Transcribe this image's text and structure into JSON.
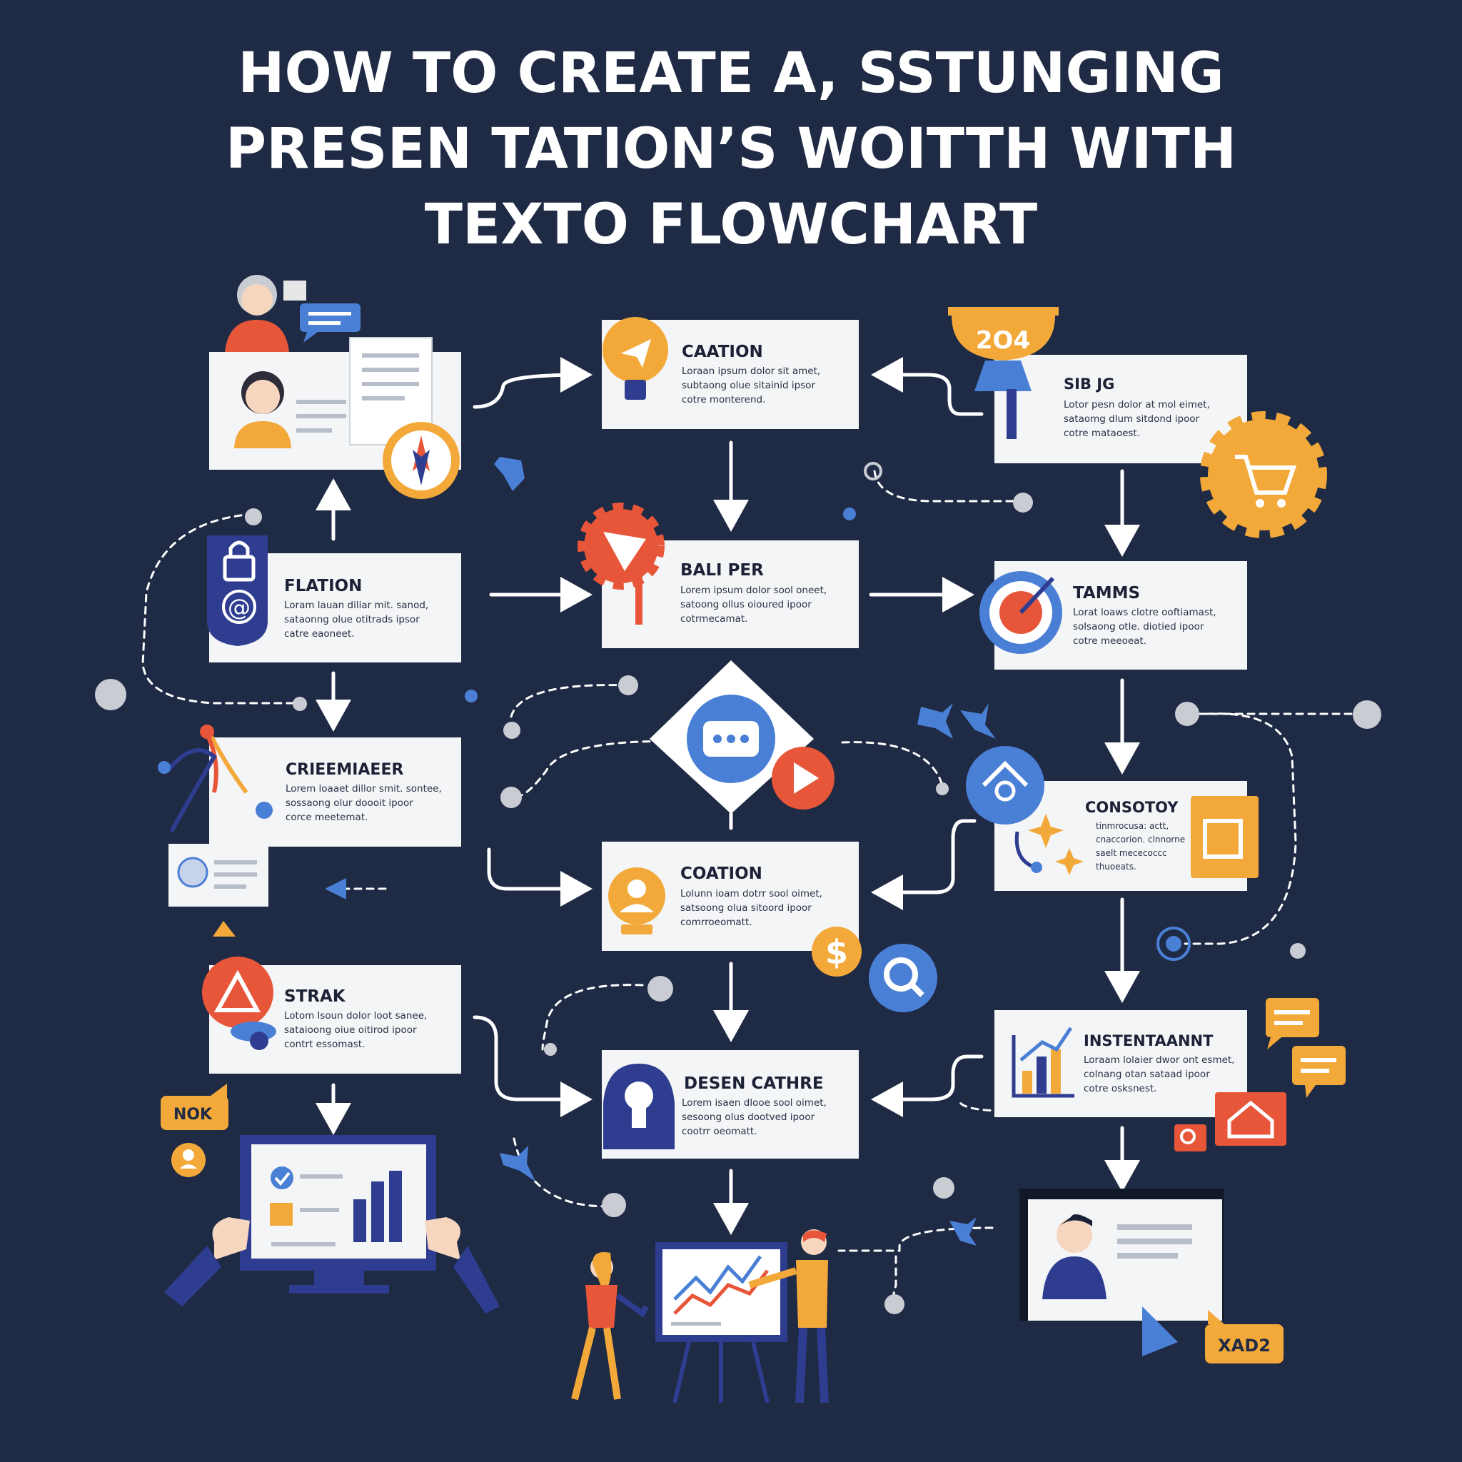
{
  "title": {
    "line1": "HOW TO CREATE A, SSTUNGING",
    "line2": "PRESEN TATION’S  WOITTH WITH",
    "line3": "TEXTO FLOWCHART"
  },
  "nodes": [
    {
      "id": "caation",
      "title": "CAATION",
      "body": "Loraan ipsum dolor sit amet,\nsubtaong olue sitainid ipsor\ncotre monterend."
    },
    {
      "id": "sibjg",
      "title": "SIB JG",
      "body": "Lotor pesn dolor at mol eimet,\nsataomg dlum sitdond ipoor\ncotre mataoest."
    },
    {
      "id": "flation",
      "title": "FLATION",
      "body": "Loram lauan diliar mit. sanod,\nsataonng olue otitrads ipsor\ncatre eaoneet."
    },
    {
      "id": "balper",
      "title": "BALI PER",
      "body": "Lorem ipsum dolor sool oneet,\nsatoong ollus oioured ipoor\ncotrmecamat."
    },
    {
      "id": "tamms",
      "title": "TAMMS",
      "body": "Lorat loaws clotre ooftiamast,\nsolsaong otle. diotied ipoor\ncotre meeoeat."
    },
    {
      "id": "creemiaeer",
      "title": "CRIEEMIAEER",
      "body": "Lorem loaaet dillor smit. sontee,\nsossaong olur doooit ipoor\ncorce meetemat."
    },
    {
      "id": "consotoy",
      "title": "CONSOTOY",
      "body": "tinmrocusa: actt,\ncnaccorion. clnnorne\nsaelt mececoccc\nthuoeats."
    },
    {
      "id": "coation",
      "title": "COATION",
      "body": "Lolunn ioam dotrr sool oimet,\nsatsoong olua sitoord ipoor\ncomrroeomatt."
    },
    {
      "id": "strak",
      "title": "STRAK",
      "body": "Lotom lsoun dolor loot sanee,\nsataioong oiue oitirod ipoor\ncontrt essomast."
    },
    {
      "id": "desencathre",
      "title": "DESEN CATHRE",
      "body": "Lorem isaen dlooe sool oimet,\nsesoong olus dootved ipoor\ncootrr oeomatt."
    },
    {
      "id": "instentaannt",
      "title": "INSTENTAANNT",
      "body": "Loraam lolaier dwor ont esmet,\ncolnang otan sataad ipoor\ncotre osksnest."
    }
  ],
  "icons": {
    "trophy_year": "2O4",
    "dollar": "$",
    "nok_badge": "NOK",
    "xad_badge": "XAD2",
    "at_sign": "@"
  },
  "colors": {
    "background": "#1f2a44",
    "card": "#f4f5f7",
    "orange": "#f3a93a",
    "red": "#e8563a",
    "blue": "#4a7fd6",
    "navy": "#2e3d8f"
  }
}
